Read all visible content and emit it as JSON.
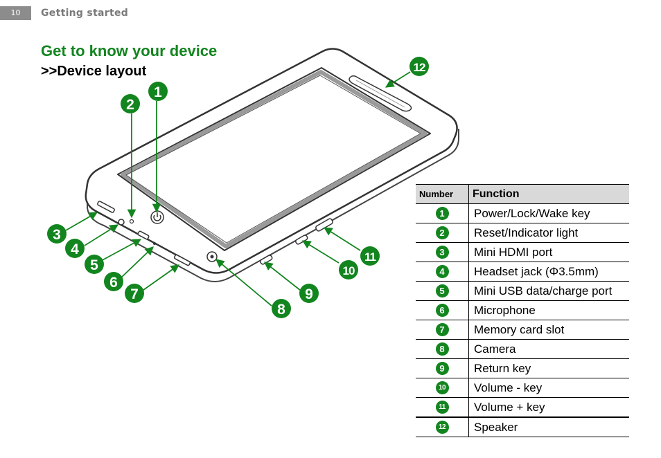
{
  "header": {
    "page_number": "10",
    "section": "Getting started"
  },
  "heading": "Get to know your device",
  "subheading": ">>Device layout",
  "table": {
    "col_number": "Number",
    "col_function": "Function",
    "rows": [
      {
        "number": "1",
        "function": "Power/Lock/Wake key"
      },
      {
        "number": "2",
        "function": "Reset/Indicator light"
      },
      {
        "number": "3",
        "function": "Mini HDMI port"
      },
      {
        "number": "4",
        "function": "Headset jack (Φ3.5mm)"
      },
      {
        "number": "5",
        "function": "Mini USB data/charge port"
      },
      {
        "number": "6",
        "function": "Microphone"
      },
      {
        "number": "7",
        "function": "Memory card slot"
      },
      {
        "number": "8",
        "function": "Camera"
      },
      {
        "number": "9",
        "function": "Return key"
      },
      {
        "number": "10",
        "function": "Volume - key"
      },
      {
        "number": "11",
        "function": "Volume + key"
      },
      {
        "number": "12",
        "function": "Speaker"
      }
    ]
  },
  "callouts": [
    "1",
    "2",
    "3",
    "4",
    "5",
    "6",
    "7",
    "8",
    "9",
    "10",
    "11",
    "12"
  ],
  "colors": {
    "accent_green": "#13851f",
    "header_gray": "#8c8c8c",
    "table_header_bg": "#d9d9d9"
  }
}
